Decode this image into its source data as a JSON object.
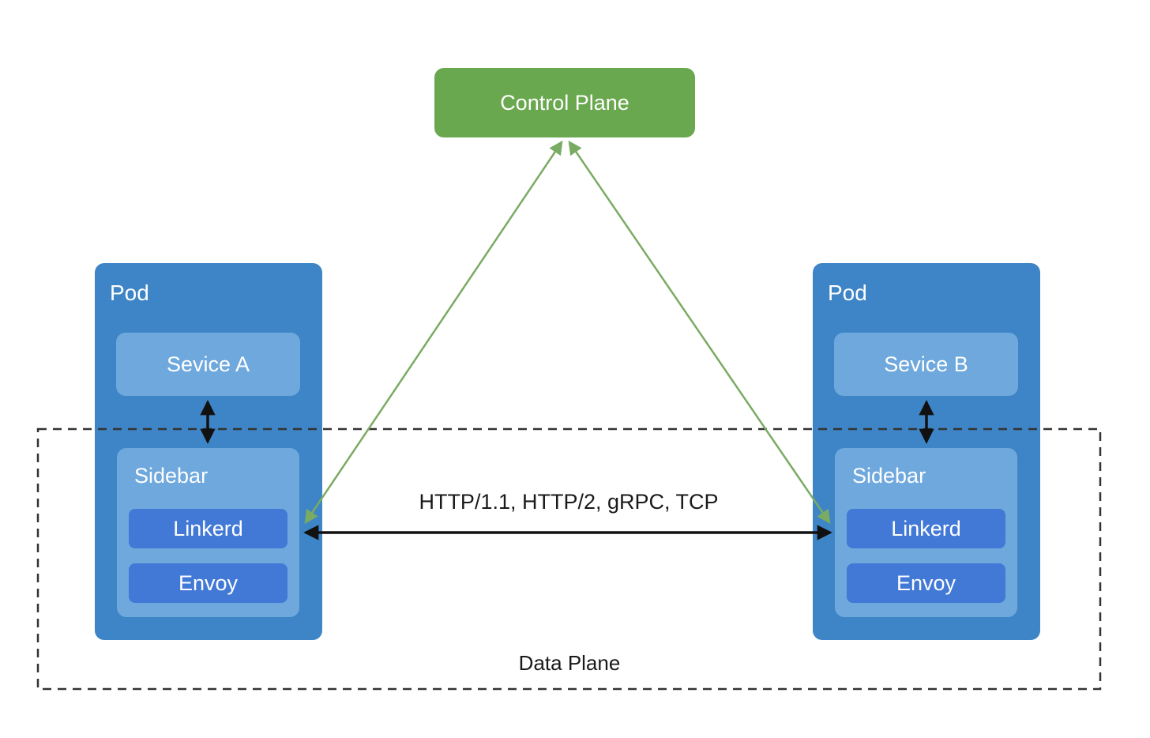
{
  "diagram": {
    "control_plane": {
      "label": "Control Plane"
    },
    "pods": [
      {
        "label": "Pod",
        "service": "Sevice A",
        "sidebar": {
          "label": "Sidebar",
          "components": [
            "Linkerd",
            "Envoy"
          ]
        }
      },
      {
        "label": "Pod",
        "service": "Sevice B",
        "sidebar": {
          "label": "Sidebar",
          "components": [
            "Linkerd",
            "Envoy"
          ]
        }
      }
    ],
    "connections": {
      "pod_to_pod_label": "HTTP/1.1, HTTP/2, gRPC, TCP"
    },
    "data_plane": {
      "label": "Data Plane"
    }
  },
  "colors": {
    "green-box": "#6aa84f",
    "green-arrow": "#7aab63",
    "pod-blue": "#3d85c6",
    "light-blue": "#6fa8dc",
    "inner-blue": "#4278d6",
    "line-black": "#111111",
    "dash-color": "#333333",
    "text-white": "#ffffff",
    "text-black": "#1a1a1a"
  }
}
